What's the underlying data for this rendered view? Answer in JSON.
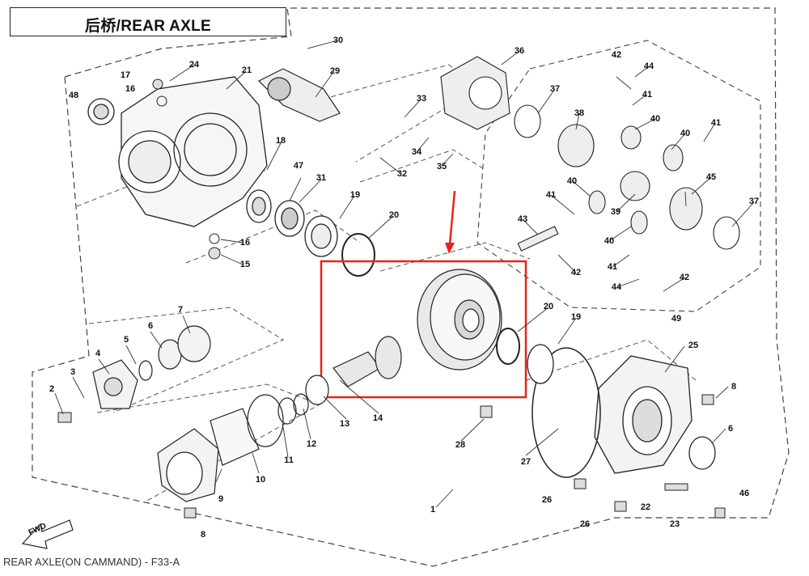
{
  "title": "后桥/REAR AXLE",
  "caption": "REAR AXLE(ON CAMMAND) - F33-A",
  "fwd_label": "FWD",
  "highlight_color": "#e8231b",
  "callouts": [
    {
      "id": "c1",
      "label": "1"
    },
    {
      "id": "c2",
      "label": "2"
    },
    {
      "id": "c3",
      "label": "3"
    },
    {
      "id": "c4",
      "label": "4"
    },
    {
      "id": "c5",
      "label": "5"
    },
    {
      "id": "c6a",
      "label": "6"
    },
    {
      "id": "c6b",
      "label": "6"
    },
    {
      "id": "c7",
      "label": "7"
    },
    {
      "id": "c8a",
      "label": "8"
    },
    {
      "id": "c8b",
      "label": "8"
    },
    {
      "id": "c9",
      "label": "9"
    },
    {
      "id": "c10",
      "label": "10"
    },
    {
      "id": "c11",
      "label": "11"
    },
    {
      "id": "c12",
      "label": "12"
    },
    {
      "id": "c13",
      "label": "13"
    },
    {
      "id": "c14",
      "label": "14"
    },
    {
      "id": "c15",
      "label": "15"
    },
    {
      "id": "c16a",
      "label": "16"
    },
    {
      "id": "c16b",
      "label": "16"
    },
    {
      "id": "c17",
      "label": "17"
    },
    {
      "id": "c18",
      "label": "18"
    },
    {
      "id": "c19a",
      "label": "19"
    },
    {
      "id": "c19b",
      "label": "19"
    },
    {
      "id": "c20a",
      "label": "20"
    },
    {
      "id": "c20b",
      "label": "20"
    },
    {
      "id": "c21",
      "label": "21"
    },
    {
      "id": "c22",
      "label": "22"
    },
    {
      "id": "c23",
      "label": "23"
    },
    {
      "id": "c24",
      "label": "24"
    },
    {
      "id": "c25",
      "label": "25"
    },
    {
      "id": "c26a",
      "label": "26"
    },
    {
      "id": "c26b",
      "label": "26"
    },
    {
      "id": "c27",
      "label": "27"
    },
    {
      "id": "c28",
      "label": "28"
    },
    {
      "id": "c29",
      "label": "29"
    },
    {
      "id": "c30",
      "label": "30"
    },
    {
      "id": "c31",
      "label": "31"
    },
    {
      "id": "c32",
      "label": "32"
    },
    {
      "id": "c33",
      "label": "33"
    },
    {
      "id": "c34",
      "label": "34"
    },
    {
      "id": "c35",
      "label": "35"
    },
    {
      "id": "c36",
      "label": "36"
    },
    {
      "id": "c37a",
      "label": "37"
    },
    {
      "id": "c37b",
      "label": "37"
    },
    {
      "id": "c38",
      "label": "38"
    },
    {
      "id": "c39",
      "label": "39"
    },
    {
      "id": "c40a",
      "label": "40"
    },
    {
      "id": "c40b",
      "label": "40"
    },
    {
      "id": "c40c",
      "label": "40"
    },
    {
      "id": "c40d",
      "label": "40"
    },
    {
      "id": "c41a",
      "label": "41"
    },
    {
      "id": "c41b",
      "label": "41"
    },
    {
      "id": "c41c",
      "label": "41"
    },
    {
      "id": "c41d",
      "label": "41"
    },
    {
      "id": "c42a",
      "label": "42"
    },
    {
      "id": "c42b",
      "label": "42"
    },
    {
      "id": "c42c",
      "label": "42"
    },
    {
      "id": "c43",
      "label": "43"
    },
    {
      "id": "c44a",
      "label": "44"
    },
    {
      "id": "c44b",
      "label": "44"
    },
    {
      "id": "c45",
      "label": "45"
    },
    {
      "id": "c46",
      "label": "46"
    },
    {
      "id": "c47",
      "label": "47"
    },
    {
      "id": "c48",
      "label": "48"
    },
    {
      "id": "c49",
      "label": "49"
    }
  ]
}
